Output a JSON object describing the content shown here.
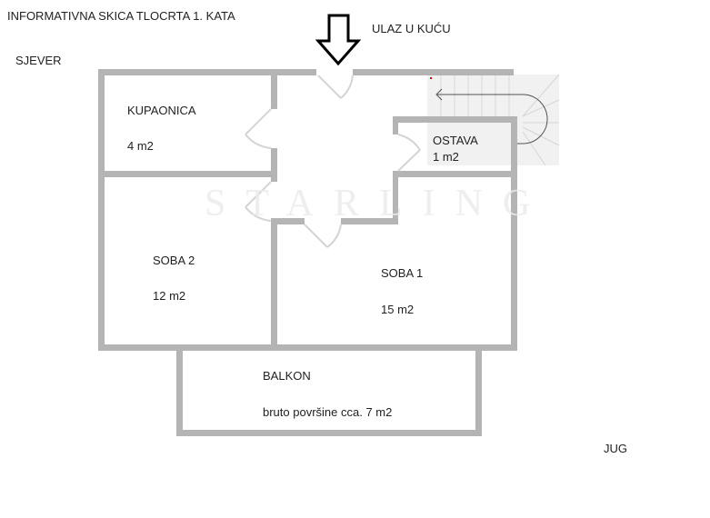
{
  "header": {
    "title": "INFORMATIVNA SKICA TLOCRTA 1. KATA",
    "entrance": "ULAZ U KUĆU"
  },
  "compass": {
    "north": "SJEVER",
    "south": "JUG"
  },
  "rooms": {
    "kupaonica": {
      "name": "KUPAONICA",
      "area": "4 m2"
    },
    "ostava": {
      "name": "OSTAVA",
      "area": "1 m2"
    },
    "soba2": {
      "name": "SOBA 2",
      "area": "12 m2"
    },
    "soba1": {
      "name": "SOBA 1",
      "area": "15 m2"
    },
    "balkon": {
      "name": "BALKON",
      "area": "bruto površine cca. 7 m2"
    }
  },
  "watermark": "STARLING",
  "colors": {
    "wall": "#b4b4b4",
    "door": "#d8d8d8"
  }
}
